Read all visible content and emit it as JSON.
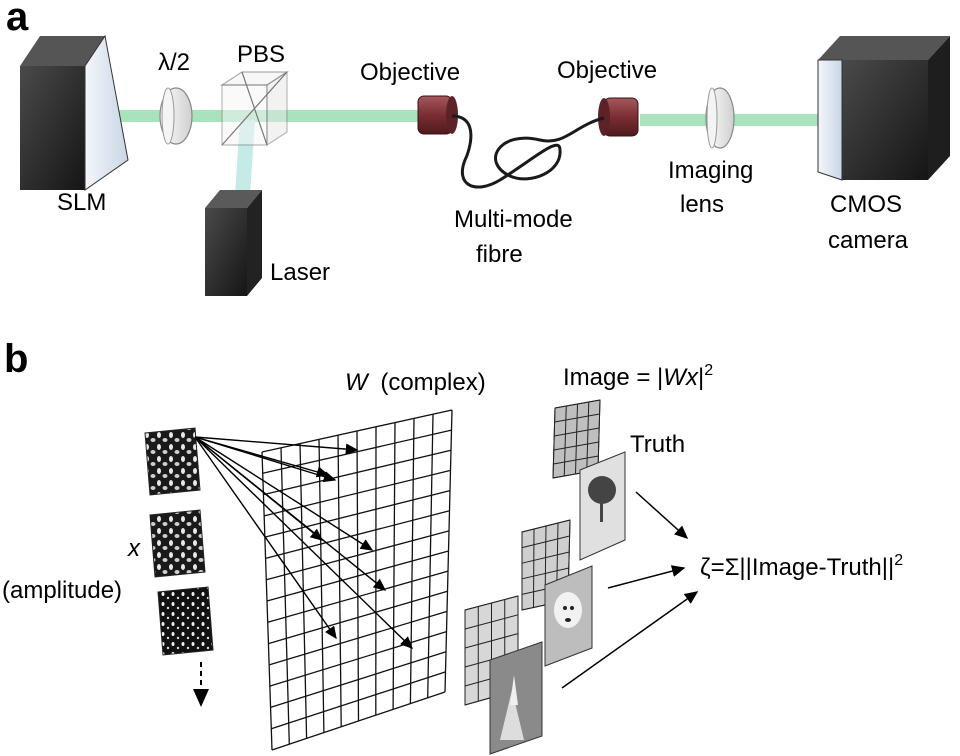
{
  "panel_a": {
    "letter": "a",
    "labels": {
      "slm": "SLM",
      "half_wave": "λ/2",
      "pbs": "PBS",
      "objective_left": "Objective",
      "objective_right": "Objective",
      "multimode_line1": "Multi-mode",
      "multimode_line2": "fibre",
      "imaging_line1": "Imaging",
      "imaging_line2": "lens",
      "cmos_line1": "CMOS",
      "cmos_line2": "camera",
      "laser": "Laser"
    }
  },
  "panel_b": {
    "letter": "b",
    "w_symbol": "W",
    "w_desc": "(complex)",
    "image_eq_prefix": "Image = |",
    "image_eq_var": "Wx",
    "image_eq_suffix": "|",
    "image_eq_exp": "2",
    "truth": "Truth",
    "x_symbol": "x",
    "x_desc": "(amplitude)",
    "loss_text": "ζ=Σ||Image-Truth||",
    "loss_exp": "2"
  },
  "colors": {
    "beam": "#9fe0b6",
    "objective": "#7a2e32",
    "device_dark": "#2b2b2b",
    "device_face": "#e6eef8"
  }
}
